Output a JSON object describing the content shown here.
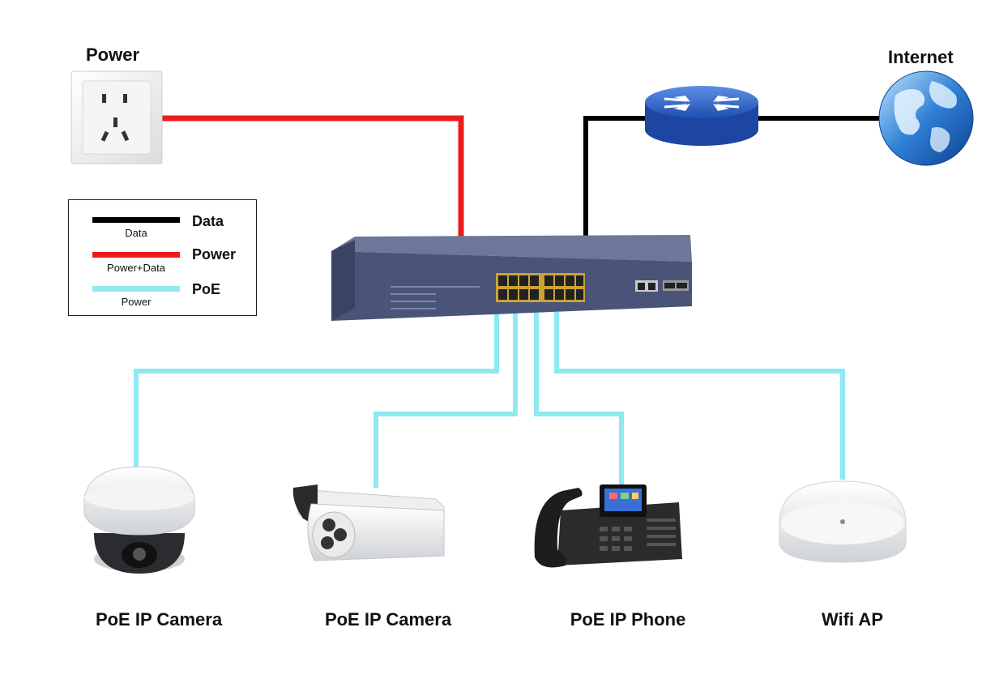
{
  "labels": {
    "power": "Power",
    "internet": "Internet"
  },
  "legend": {
    "entries": [
      {
        "name": "Data",
        "sub": "Data",
        "color": "#000000"
      },
      {
        "name": "Power",
        "sub": "Power+Data",
        "color": "#ee1c1c"
      },
      {
        "name": "PoE",
        "sub": "Power",
        "color": "#8fe8f2"
      }
    ]
  },
  "devices": [
    {
      "label": "PoE IP Camera",
      "icon": "dome-camera-icon"
    },
    {
      "label": "PoE IP Camera",
      "icon": "bullet-camera-icon"
    },
    {
      "label": "PoE IP Phone",
      "icon": "ip-phone-icon"
    },
    {
      "label": "Wifi AP",
      "icon": "wifi-ap-icon"
    }
  ],
  "equipment": {
    "outlet_icon": "power-outlet-icon",
    "router_icon": "router-icon",
    "globe_icon": "globe-icon",
    "switch_icon": "poe-switch-icon"
  },
  "colors": {
    "data": "#000000",
    "power": "#ee1c1c",
    "poe": "#8fe8f2",
    "switch_body": "#4a5378",
    "router": "#2e63c8"
  }
}
